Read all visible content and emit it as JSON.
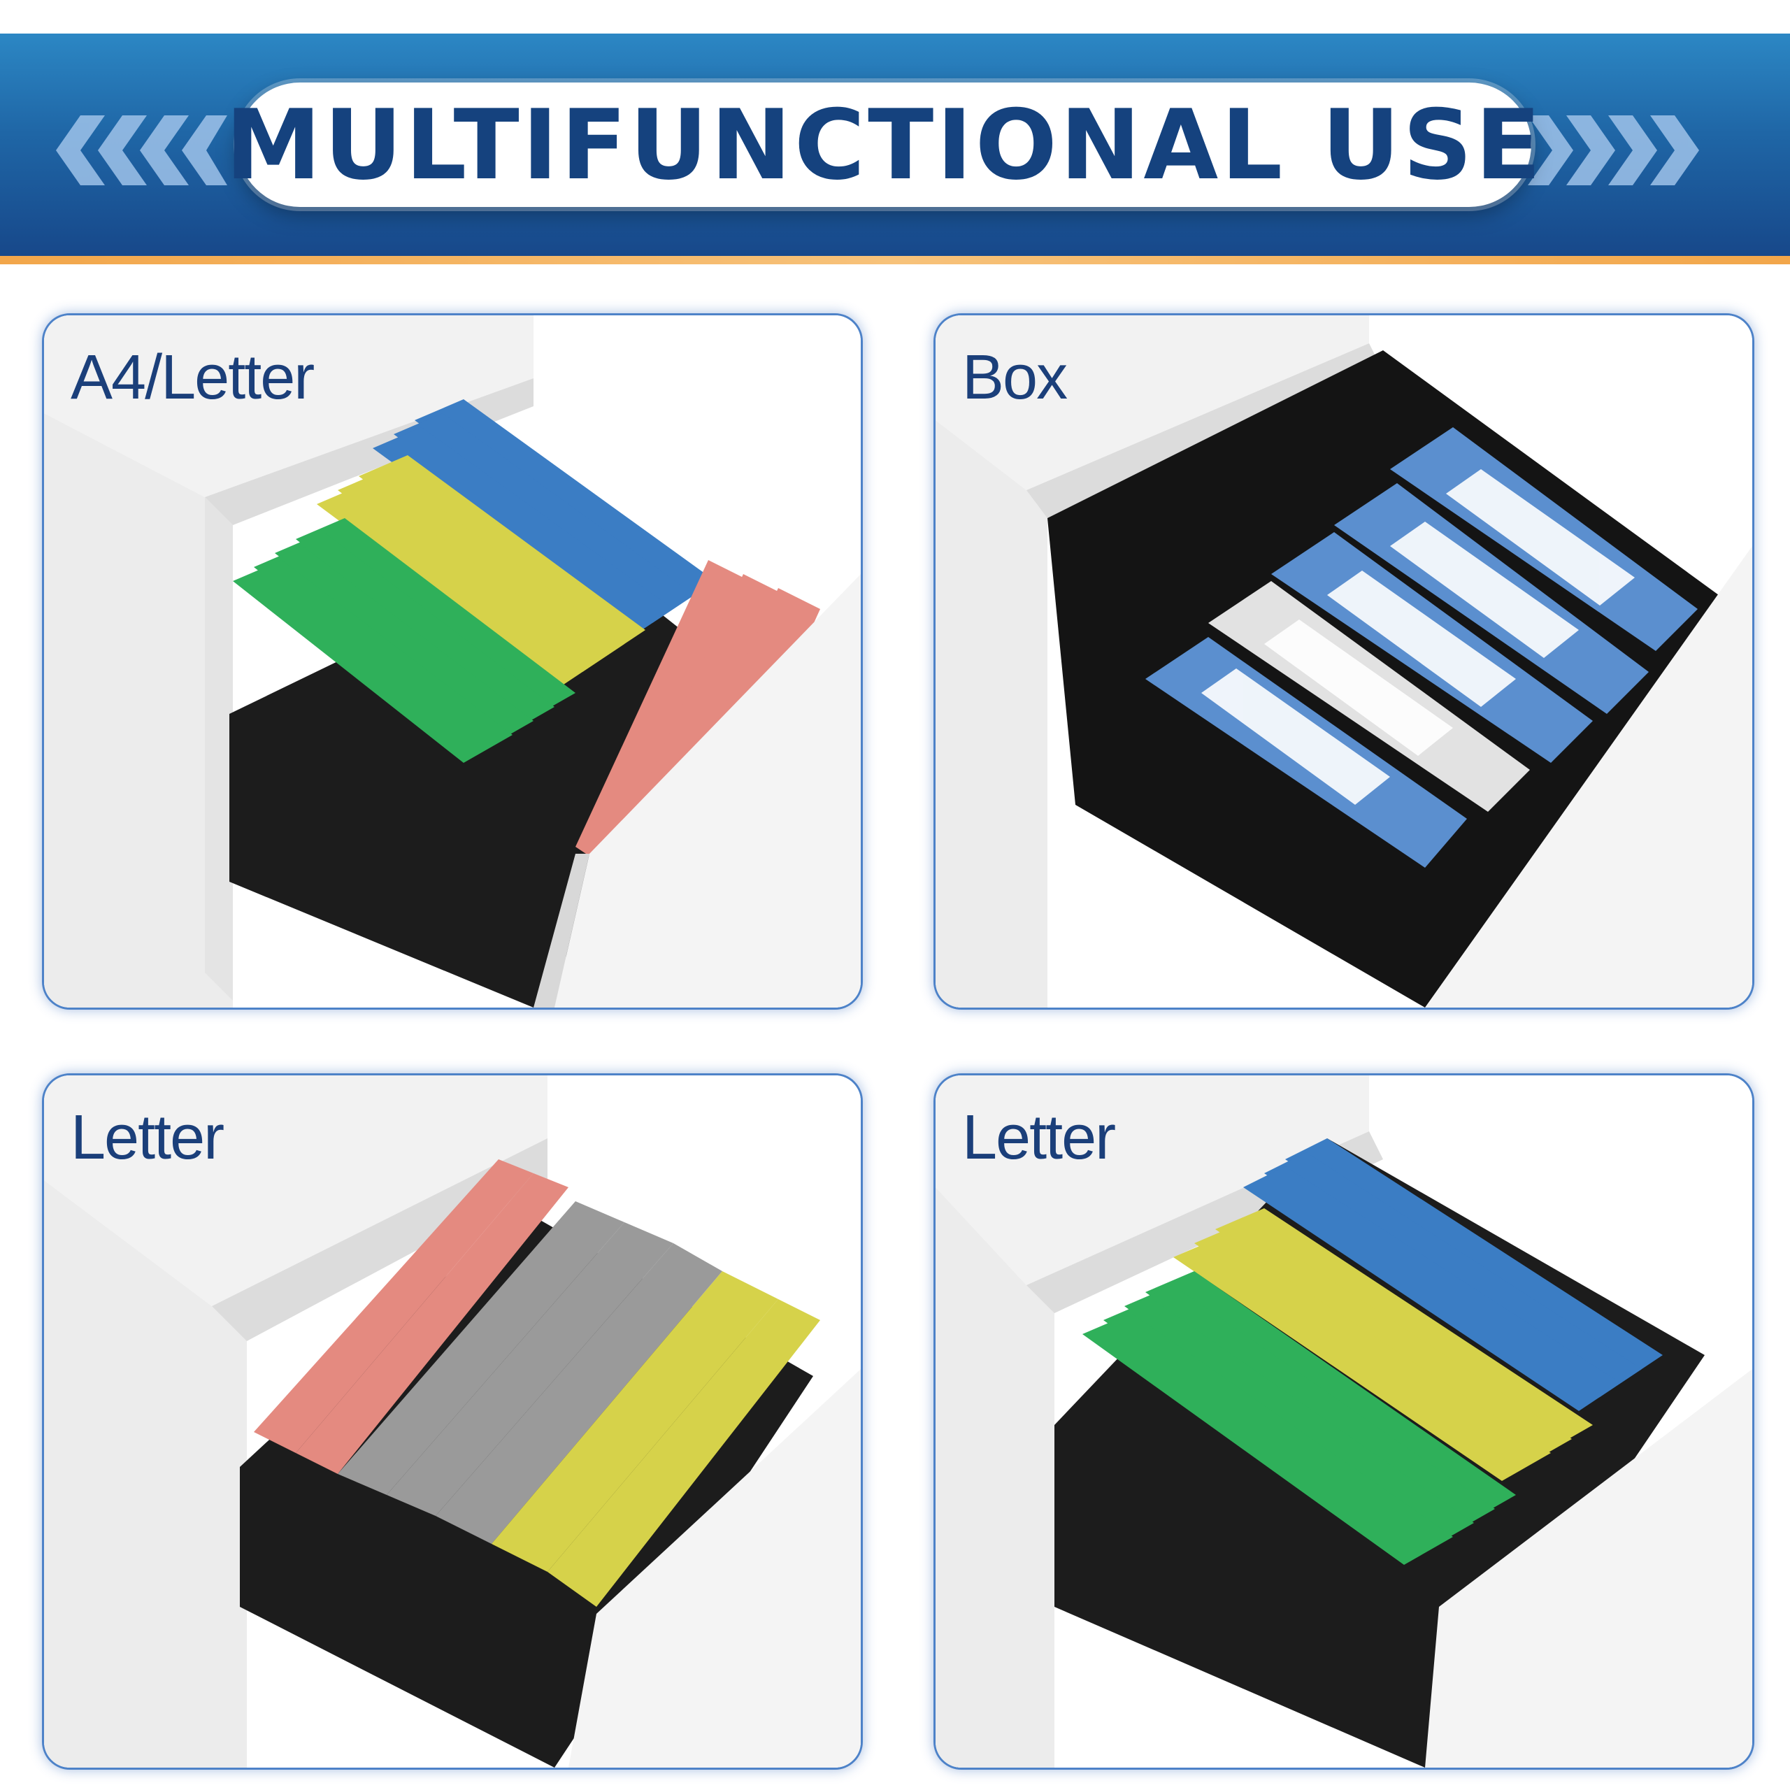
{
  "banner": {
    "title": "MULTIFUNCTIONAL USE",
    "colors": {
      "top": "#2c87c4",
      "bottom": "#17488a",
      "accent_line": "#f2a64a",
      "title_text": "#15427e"
    }
  },
  "panels": [
    {
      "label": "A4/Letter",
      "contents": "hanging-file-folders",
      "folder_colors": [
        "#3b7dc4",
        "#d6d24a",
        "#2fb05a",
        "#e48a80"
      ]
    },
    {
      "label": "Box",
      "contents": "box-binders",
      "folder_colors": [
        "#5b8fcf",
        "#e2e2e2"
      ]
    },
    {
      "label": "Letter",
      "contents": "hanging-file-folders",
      "folder_colors": [
        "#e48a80",
        "#9a9a9a",
        "#d6d24a"
      ]
    },
    {
      "label": "Letter",
      "contents": "hanging-file-folders",
      "folder_colors": [
        "#3b7dc4",
        "#d6d24a",
        "#2fb05a"
      ]
    }
  ]
}
